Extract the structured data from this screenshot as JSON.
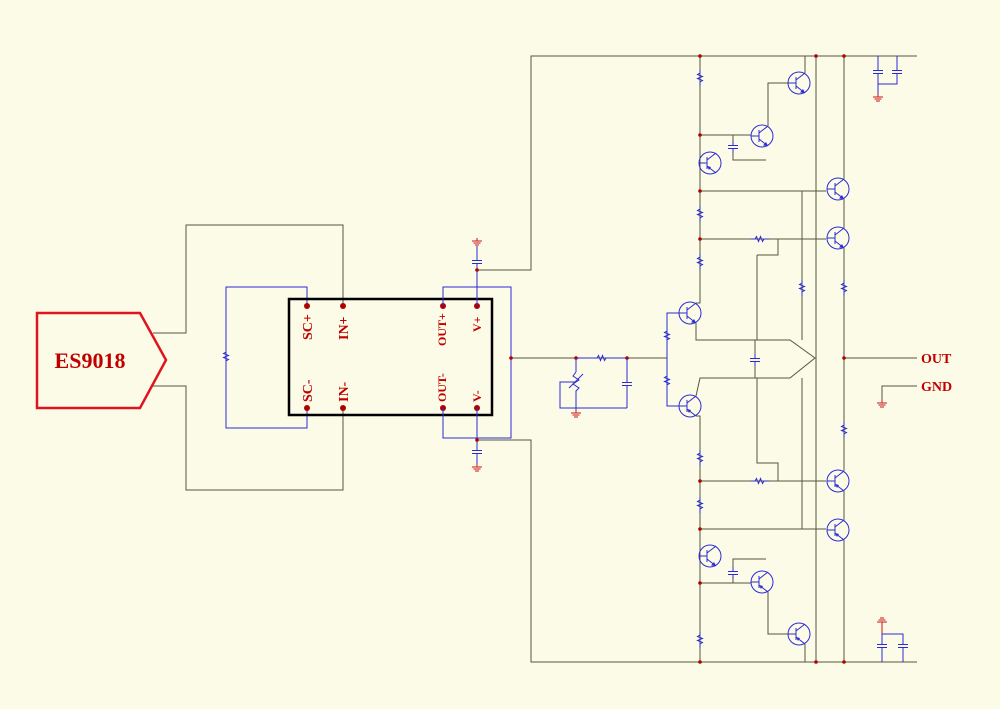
{
  "source_block": {
    "label": "ES9018",
    "color": "#e0141e"
  },
  "ic": {
    "left_pins": [
      "SC+",
      "IN+",
      "SC-",
      "IN-"
    ],
    "right_pins": [
      "OUT+",
      "V+",
      "OUT-",
      "V-"
    ]
  },
  "outputs": {
    "out_label": "OUT",
    "gnd_label": "GND"
  },
  "colors": {
    "background": "#fbfbe7",
    "wire": "#55573d",
    "component": "#2b2bd6",
    "pin_label": "#c00000"
  }
}
